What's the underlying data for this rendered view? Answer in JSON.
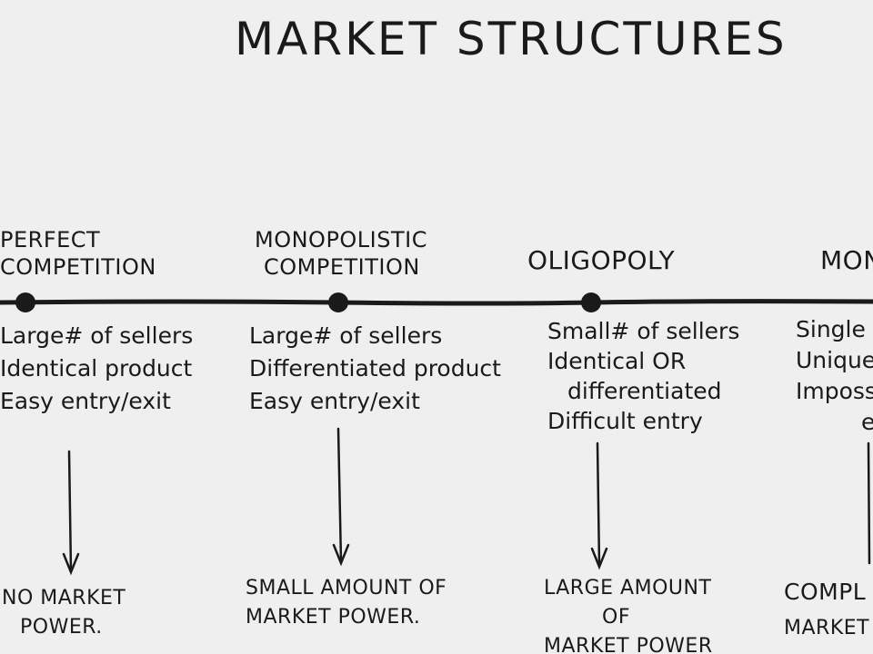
{
  "title": "MARKET STRUCTURES",
  "structures": [
    {
      "name": "PERFECT COMPETITION",
      "name_lines": [
        "PERFECT",
        "COMPETITION"
      ],
      "traits": [
        "Large# of sellers",
        "Identical product",
        "Easy entry/exit"
      ],
      "power_lines": [
        "NO MARKET",
        "POWER."
      ]
    },
    {
      "name": "MONOPOLISTIC COMPETITION",
      "name_lines": [
        "MONOPOLISTIC",
        "COMPETITION"
      ],
      "traits": [
        "Large# of sellers",
        "Differentiated product",
        "Easy entry/exit"
      ],
      "power_lines": [
        "SMALL AMOUNT OF",
        "MARKET POWER."
      ]
    },
    {
      "name": "OLIGOPOLY",
      "name_lines": [
        "OLIGOPOLY"
      ],
      "traits": [
        "Small# of sellers",
        "Identical OR",
        "differentiated",
        "Difficult entry"
      ],
      "power_lines": [
        "LARGE AMOUNT",
        "OF",
        "MARKET POWER"
      ]
    },
    {
      "name": "MON",
      "name_lines": [
        "MON"
      ],
      "traits": [
        "Single s",
        "Unique",
        "Impossi",
        "e"
      ],
      "power_lines": [
        "COMPL",
        "MARKET P"
      ]
    }
  ]
}
